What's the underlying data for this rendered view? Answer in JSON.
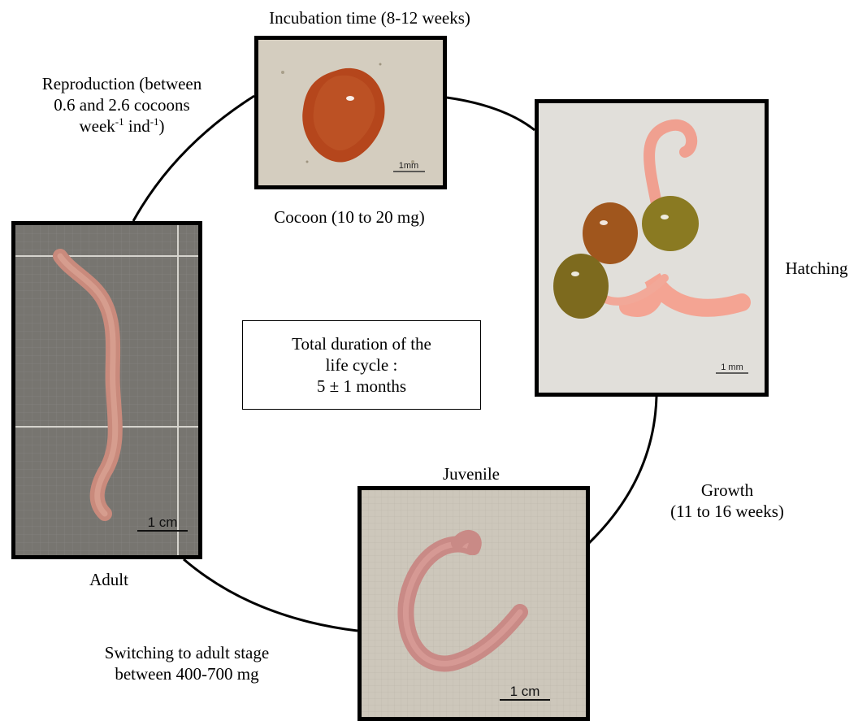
{
  "labels": {
    "incubation": "Incubation time (8-12 weeks)",
    "reproduction_1": "Reproduction (between",
    "reproduction_2": "0.6 and 2.6 cocoons",
    "reproduction_3a": "week",
    "reproduction_3b": "-1",
    "reproduction_3c": " ind",
    "reproduction_3d": "-1",
    "reproduction_3e": ")",
    "cocoon": "Cocoon (10 to 20 mg)",
    "hatching": "Hatching",
    "total_1": "Total duration of the",
    "total_2": "life cycle :",
    "total_3": "5 ± 1 months",
    "juvenile": "Juvenile",
    "growth_1": "Growth",
    "growth_2": "(11 to 16 weeks)",
    "adult": "Adult",
    "switching_1": "Switching to adult stage",
    "switching_2": "between 400-700 mg"
  },
  "scale_bars": {
    "cocoon": "1mm",
    "hatching": "1 mm",
    "adult": "1 cm",
    "juvenile": "1 cm"
  }
}
